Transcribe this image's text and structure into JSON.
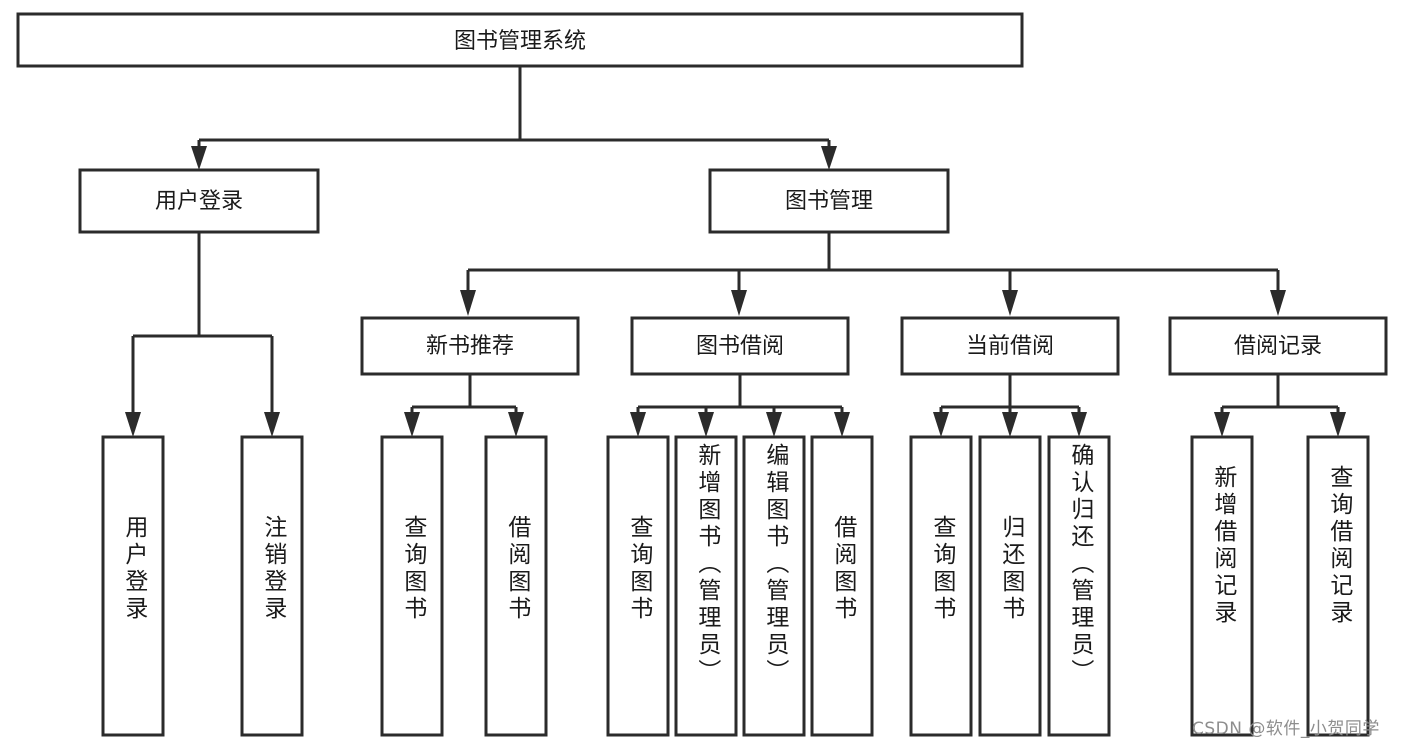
{
  "diagram": {
    "title": "图书管理系统",
    "type": "tree-hierarchy-diagram",
    "colors": {
      "stroke": "#2b2b2b",
      "fill": "#ffffff",
      "text": "#1a1a1a",
      "watermark": "#8d8d8d"
    },
    "root": {
      "label": "图书管理系统"
    },
    "level2": [
      {
        "label": "用户登录"
      },
      {
        "label": "图书管理"
      }
    ],
    "level3": [
      {
        "label": "新书推荐"
      },
      {
        "label": "图书借阅"
      },
      {
        "label": "当前借阅"
      },
      {
        "label": "借阅记录"
      }
    ],
    "leaves": {
      "user_login": [
        {
          "label": "用户登录"
        },
        {
          "label": "注销登录"
        }
      ],
      "new_book_recommend": [
        {
          "label": "查询图书"
        },
        {
          "label": "借阅图书"
        }
      ],
      "book_borrow": [
        {
          "label": "查询图书"
        },
        {
          "label": "新增图书（管理员）"
        },
        {
          "label": "编辑图书（管理员）"
        },
        {
          "label": "借阅图书"
        }
      ],
      "current_borrow": [
        {
          "label": "查询图书"
        },
        {
          "label": "归还图书"
        },
        {
          "label": "确认归还（管理员）"
        }
      ],
      "borrow_record": [
        {
          "label": "新增借阅记录"
        },
        {
          "label": "查询借阅记录"
        }
      ]
    }
  },
  "watermark": {
    "text": "CSDN @软件_小贺同学"
  }
}
